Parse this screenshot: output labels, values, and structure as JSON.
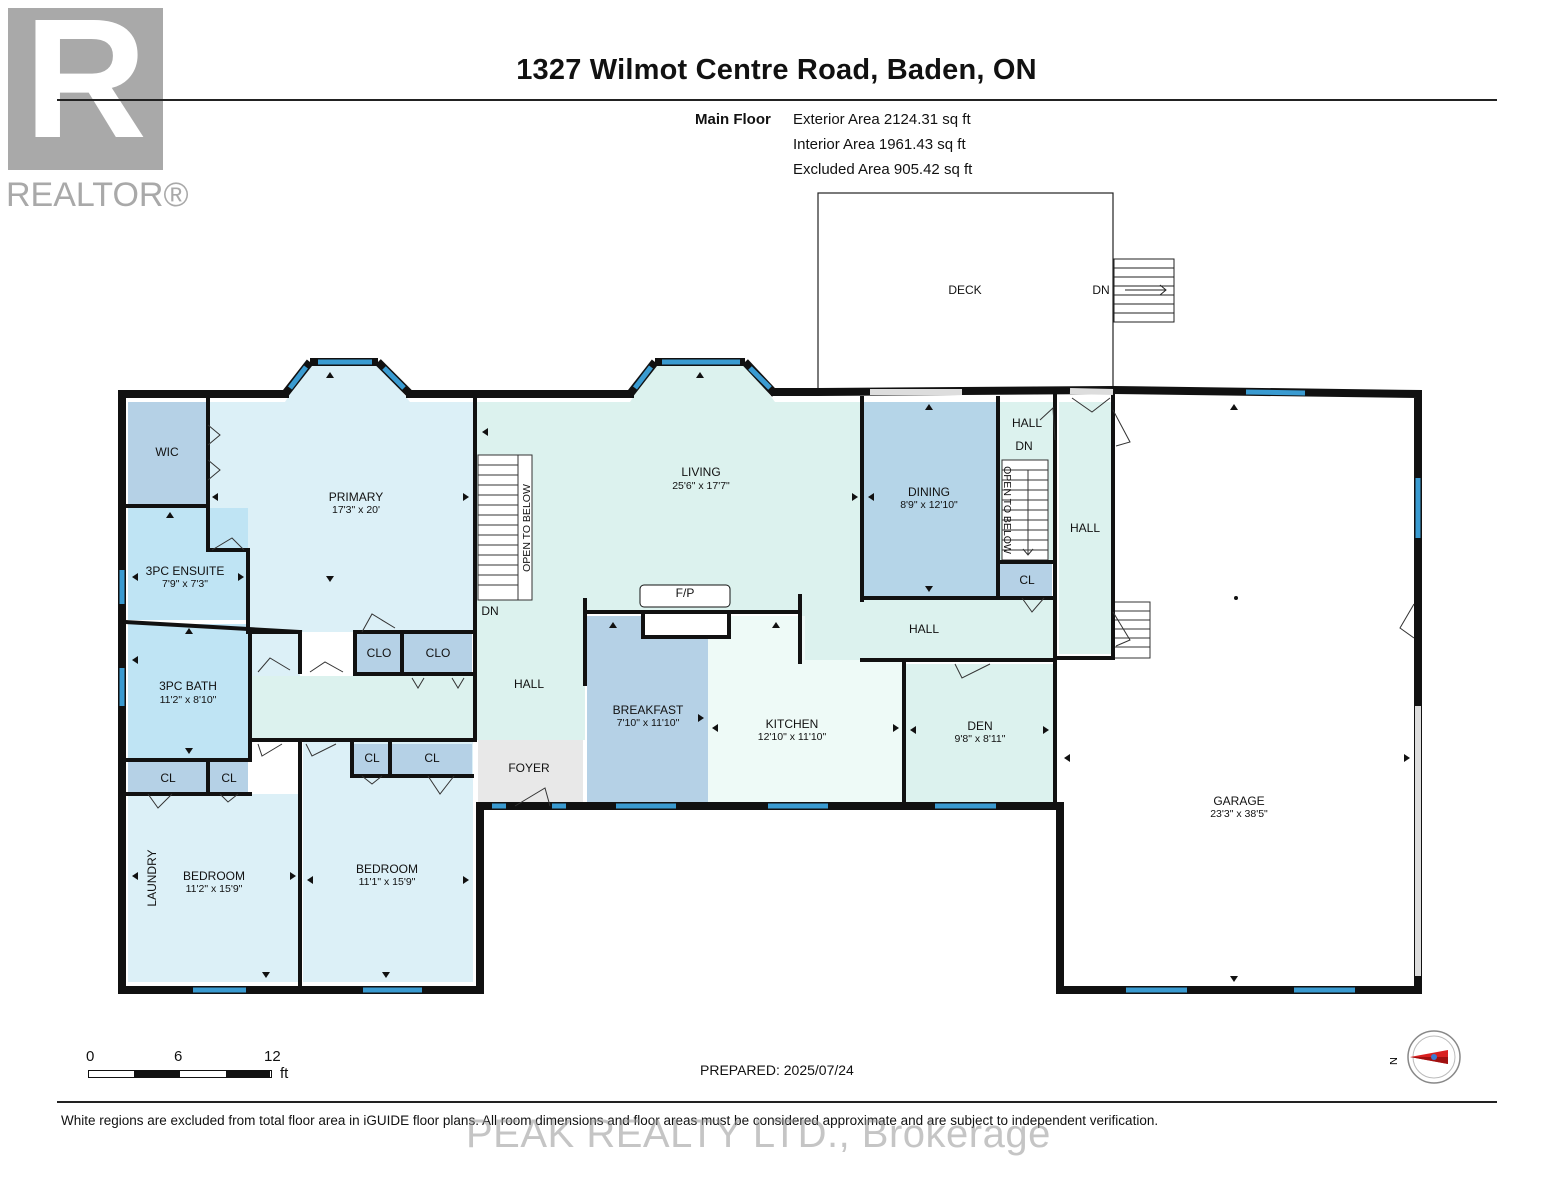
{
  "logo": {
    "letter": "R",
    "word": "REALTOR®"
  },
  "title": "1327 Wilmot Centre Road, Baden, ON",
  "floor": {
    "label": "Main Floor",
    "exterior": "Exterior Area 2124.31 sq ft",
    "interior": "Interior Area 1961.43 sq ft",
    "excluded": "Excluded Area 905.42 sq ft"
  },
  "rooms": {
    "wic": "WIC",
    "primary": {
      "name": "PRIMARY",
      "dim": "17'3\" x 20'"
    },
    "ensuite": {
      "name": "3PC ENSUITE",
      "dim": "7'9\" x 7'3\""
    },
    "bath": {
      "name": "3PC BATH",
      "dim": "11'2\" x 8'10\""
    },
    "bedroom1": {
      "name": "BEDROOM",
      "dim": "11'2\" x 15'9\""
    },
    "bedroom2": {
      "name": "BEDROOM",
      "dim": "11'1\" x 15'9\""
    },
    "laundry": "LAUNDRY",
    "living": {
      "name": "LIVING",
      "dim": "25'6\" x 17'7\""
    },
    "dining": {
      "name": "DINING",
      "dim": "8'9\" x 12'10\""
    },
    "breakfast": {
      "name": "BREAKFAST",
      "dim": "7'10\" x 11'10\""
    },
    "kitchen": {
      "name": "KITCHEN",
      "dim": "12'10\" x 11'10\""
    },
    "den": {
      "name": "DEN",
      "dim": "9'8\" x 8'11\""
    },
    "garage": {
      "name": "GARAGE",
      "dim": "23'3\" x 38'5\""
    },
    "deck": "DECK",
    "hall": "HALL",
    "foyer": "FOYER",
    "fp": "F/P",
    "clo": "CLO",
    "cl": "CL",
    "dn": "DN",
    "open_to_below": "OPEN TO BELOW"
  },
  "scale": {
    "t0": "0",
    "t1": "6",
    "t2": "12",
    "unit": "ft"
  },
  "prepared": "PREPARED: 2025/07/24",
  "disclaimer": "White regions are excluded from total floor area in iGUIDE floor plans. All room dimensions and floor areas must be considered approximate and are subject to independent verification.",
  "watermark": "PEAK REALTY LTD., Brokerage",
  "compass_label": "N",
  "colors": {
    "bedroom_blue": "#dcf0f7",
    "bath_blue": "#bfe4f4",
    "hall_mint": "#dcf2ee",
    "dining_blue": "#b5d5e8",
    "breakfast_blue": "#b5d1e6",
    "kitchen": "#eefaf7",
    "den": "#dcf2ee",
    "wall": "#111111",
    "window": "#3a9bd1"
  }
}
